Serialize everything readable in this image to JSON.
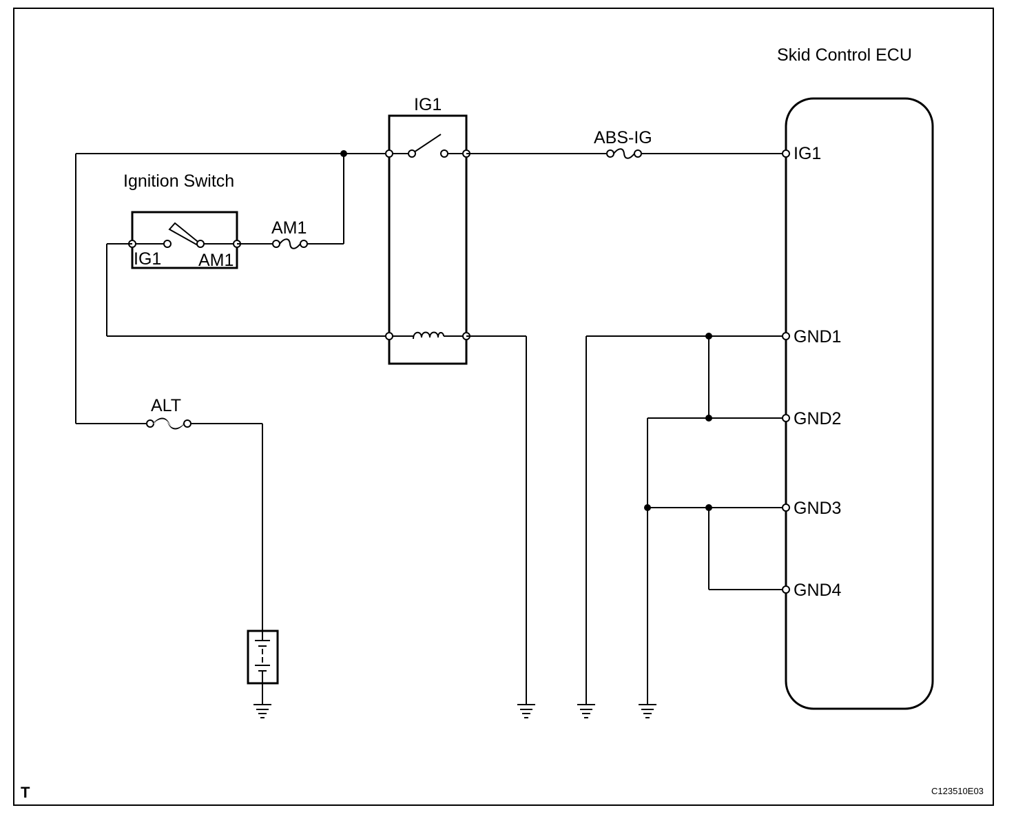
{
  "diagram": {
    "ecu_title": "Skid Control ECU",
    "relay_label": "IG1",
    "ignition_switch_label": "Ignition Switch",
    "ignition_switch_terminals": {
      "left": "IG1",
      "right": "AM1"
    },
    "fuses": {
      "am1": "AM1",
      "abs_ig": "ABS-IG",
      "alt": "ALT"
    },
    "ecu_pins": [
      "IG1",
      "GND1",
      "GND2",
      "GND3",
      "GND4"
    ],
    "corner_mark": "T",
    "figure_code": "C123510E03"
  }
}
